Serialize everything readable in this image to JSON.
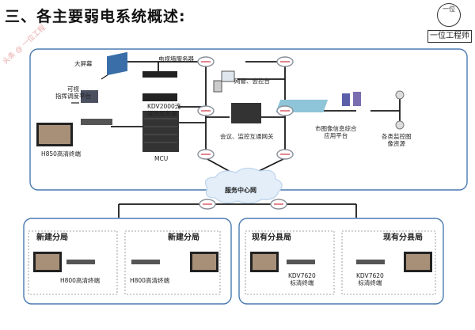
{
  "title": "三、各主要弱电系统概述:",
  "brand": {
    "logo_text": "一位",
    "name": "一位工程师"
  },
  "watermark": "头条 @ 一位工程",
  "colors": {
    "line": "#1a1a1a",
    "panel_border": "#4a7ab0",
    "cloud": "#bcd3ec",
    "router": "#8a8f99"
  },
  "devices": {
    "video_wall": "大屏幕",
    "tv_wall_server": "电视墙服务器",
    "nms": "网管、会控台",
    "visual_dispatch": "可视\n指挥调度平台",
    "kdv2000": "KDV2000流\n媒体服务器",
    "h850": "H850高清终端",
    "mcu": "MCU",
    "gateway": "会议、监控互通网关",
    "city_platform": "市图像信息综合\n应用平台",
    "cameras": "各类监控图\n像资源",
    "service_center": "服务中心网"
  },
  "groups": {
    "left": {
      "bureau_1": "新建分局",
      "bureau_2": "新建分局",
      "terminal_1": "H800高清终端",
      "terminal_2": "H800高清终端"
    },
    "right": {
      "bureau_1": "现有分县局",
      "bureau_2": "现有分县局",
      "terminal_1": "KDV7620\n标清终端",
      "terminal_2": "KDV7620\n标清终端"
    }
  }
}
